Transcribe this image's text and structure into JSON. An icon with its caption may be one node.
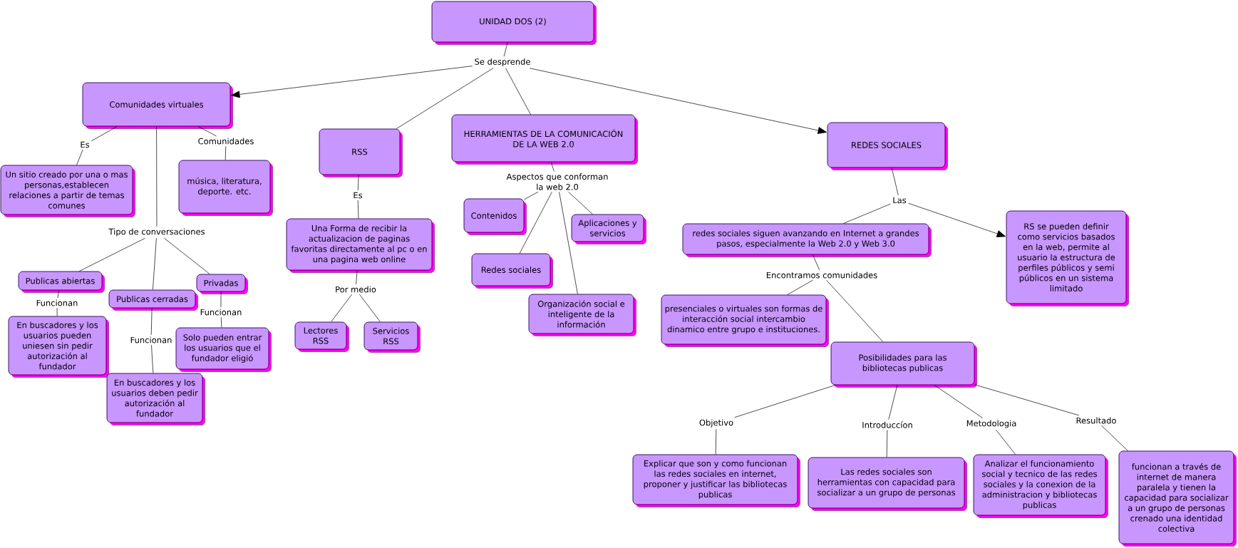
{
  "diagram": {
    "nodes": [
      {
        "text": [
          "UNIDAD DOS (2)"
        ]
      },
      {
        "text": [
          "Se desprende"
        ]
      },
      {
        "text": [
          "Comunidades virtuales"
        ]
      },
      {
        "text": [
          "RSS"
        ]
      },
      {
        "text": [
          "HERRAMIENTAS DE LA COMUNICACIÓN DE LA WEB 2.0"
        ]
      },
      {
        "text": [
          "REDES SOCIALES"
        ]
      },
      {
        "text": [
          "Es"
        ]
      },
      {
        "text": [
          "Comunidades"
        ]
      },
      {
        "text": [
          "Un sitio creado por una o mas personas,establecen relaciones a partir de temas comunes"
        ]
      },
      {
        "text": [
          "música, literatura, deporte. etc."
        ]
      },
      {
        "text": [
          "Aspectos que conforman la web 2.0"
        ]
      },
      {
        "text": [
          "Las"
        ]
      },
      {
        "text": [
          "Contenidos"
        ]
      },
      {
        "text": [
          "Es"
        ]
      },
      {
        "text": [
          "redes sociales siguen avanzando en Internet a grandes pasos, especialmente la Web 2.0 y Web 3.0"
        ]
      },
      {
        "text": [
          "RS se pueden definir como servicios basados en la web, permite al usuario la estructura de perfiles públicos y semi públicos en un sistema limitado"
        ]
      },
      {
        "text": [
          "Aplicaciones y servicios"
        ]
      },
      {
        "text": [
          "Tipo de conversaciones"
        ]
      },
      {
        "text": [
          "Una Forma de recibir la actualizacion de paginas favoritas directamente al pc o en una pagina web online"
        ]
      },
      {
        "text": [
          "Redes sociales"
        ]
      },
      {
        "text": [
          "Publicas abiertas"
        ]
      },
      {
        "text": [
          "Privadas"
        ]
      },
      {
        "text": [
          "Encontramos comunidades"
        ]
      },
      {
        "text": [
          "Publicas cerradas"
        ]
      },
      {
        "text": [
          "Funcionan"
        ]
      },
      {
        "text": [
          "Funcionan"
        ]
      },
      {
        "text": [
          "Por medio"
        ]
      },
      {
        "text": [
          "Organización social e inteligente de la información"
        ]
      },
      {
        "text": [
          "presenciales o virtuales son formas de interacción social intercambio dinamico entre grupo e instituciones."
        ]
      },
      {
        "text": [
          "En buscadores y los usuarios pueden uniesen sin pedir autorización al fundador"
        ]
      },
      {
        "text": [
          "Lectores RSS"
        ]
      },
      {
        "text": [
          "Servicios RSS"
        ]
      },
      {
        "text": [
          "Solo pueden entrar los usuarios que el fundador eligió"
        ]
      },
      {
        "text": [
          "Funcionan"
        ]
      },
      {
        "text": [
          "Posibilidades para las bibliotecas publicas"
        ]
      },
      {
        "text": [
          "En buscadores y los usuarios deben pedir autorización al fundador"
        ]
      },
      {
        "text": [
          "Objetivo"
        ]
      },
      {
        "text": [
          "Introduccíon"
        ]
      },
      {
        "text": [
          "Metodologia"
        ]
      },
      {
        "text": [
          "Resultado"
        ]
      },
      {
        "text": [
          "Explicar que son y como funcionan las redes sociales en internet, proponer y justificar las bibliotecas publicas"
        ]
      },
      {
        "text": [
          "Las redes sociales son herramientas con capacidad para socializar a un grupo de personas"
        ]
      },
      {
        "text": [
          "Analizar el funcionamiento social y tecnico de las redes sociales y la conexion de la administracion y bibliotecas publicas"
        ]
      },
      {
        "text": [
          "funcionan a través de internet de manera paralela y tienen la capacidad para socializar a un grupo de personas crenado una identidad colectiva"
        ]
      }
    ],
    "edges": [
      {
        "from": 0,
        "to": 1,
        "arrow": "none"
      },
      {
        "from": 1,
        "to": 2,
        "arrow": "to"
      },
      {
        "from": 1,
        "to": 3,
        "arrow": "none"
      },
      {
        "from": 1,
        "to": 4,
        "arrow": "none"
      },
      {
        "from": 1,
        "to": 5,
        "arrow": "to"
      },
      {
        "from": 2,
        "to": 6,
        "arrow": "none"
      },
      {
        "from": 6,
        "to": 8,
        "arrow": "none"
      },
      {
        "from": 2,
        "to": 7,
        "arrow": "none"
      },
      {
        "from": 7,
        "to": 9,
        "arrow": "none"
      },
      {
        "from": 2,
        "to": 17,
        "arrow": "none"
      },
      {
        "from": 17,
        "to": 20,
        "arrow": "none"
      },
      {
        "from": 17,
        "to": 23,
        "arrow": "none"
      },
      {
        "from": 17,
        "to": 21,
        "arrow": "none"
      },
      {
        "from": 20,
        "to": 24,
        "arrow": "none"
      },
      {
        "from": 24,
        "to": 29,
        "arrow": "none"
      },
      {
        "from": 23,
        "to": 33,
        "arrow": "none"
      },
      {
        "from": 33,
        "to": 35,
        "arrow": "none"
      },
      {
        "from": 21,
        "to": 25,
        "arrow": "none"
      },
      {
        "from": 25,
        "to": 32,
        "arrow": "none"
      },
      {
        "from": 3,
        "to": 13,
        "arrow": "none"
      },
      {
        "from": 13,
        "to": 18,
        "arrow": "none"
      },
      {
        "from": 18,
        "to": 26,
        "arrow": "none"
      },
      {
        "from": 26,
        "to": 30,
        "arrow": "none"
      },
      {
        "from": 26,
        "to": 31,
        "arrow": "none"
      },
      {
        "from": 4,
        "to": 10,
        "arrow": "none"
      },
      {
        "from": 10,
        "to": 12,
        "arrow": "none"
      },
      {
        "from": 10,
        "to": 19,
        "arrow": "none"
      },
      {
        "from": 10,
        "to": 27,
        "arrow": "none"
      },
      {
        "from": 10,
        "to": 16,
        "arrow": "none"
      },
      {
        "from": 5,
        "to": 11,
        "arrow": "none"
      },
      {
        "from": 11,
        "to": 14,
        "arrow": "none"
      },
      {
        "from": 11,
        "to": 15,
        "arrow": "to"
      },
      {
        "from": 14,
        "to": 22,
        "arrow": "none"
      },
      {
        "from": 22,
        "to": 28,
        "arrow": "none"
      },
      {
        "from": 22,
        "to": 34,
        "arrow": "none"
      },
      {
        "from": 34,
        "to": 36,
        "arrow": "none"
      },
      {
        "from": 36,
        "to": 40,
        "arrow": "none"
      },
      {
        "from": 34,
        "to": 37,
        "arrow": "none"
      },
      {
        "from": 37,
        "to": 41,
        "arrow": "none"
      },
      {
        "from": 34,
        "to": 38,
        "arrow": "none"
      },
      {
        "from": 38,
        "to": 42,
        "arrow": "none"
      },
      {
        "from": 34,
        "to": 39,
        "arrow": "none"
      },
      {
        "from": 39,
        "to": 43,
        "arrow": "none"
      }
    ]
  }
}
